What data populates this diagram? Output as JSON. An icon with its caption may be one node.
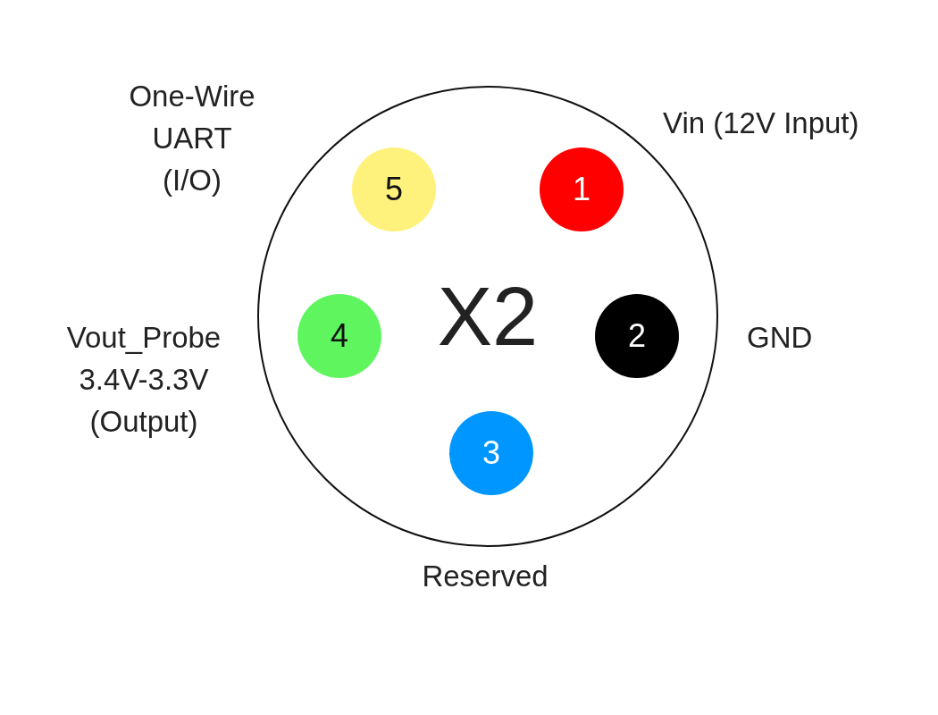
{
  "diagram": {
    "nodes": [
      {
        "text": [
          "X2"
        ]
      },
      {
        "text": [
          "5"
        ],
        "in": 0,
        "beside": [
          "One-Wire UART (I/O)"
        ]
      },
      {
        "text": [
          "1"
        ],
        "in": 0,
        "beside": [
          "Vin (12V Input)"
        ]
      },
      {
        "text": [
          "4"
        ],
        "in": 0,
        "beside": [
          "Vout_Probe 3.4V-3.3V (Output)"
        ]
      },
      {
        "text": [
          "2"
        ],
        "in": 0,
        "beside": [
          "GND"
        ]
      },
      {
        "text": [
          "3"
        ],
        "in": 0,
        "beside": [
          "Reserved"
        ]
      }
    ]
  }
}
